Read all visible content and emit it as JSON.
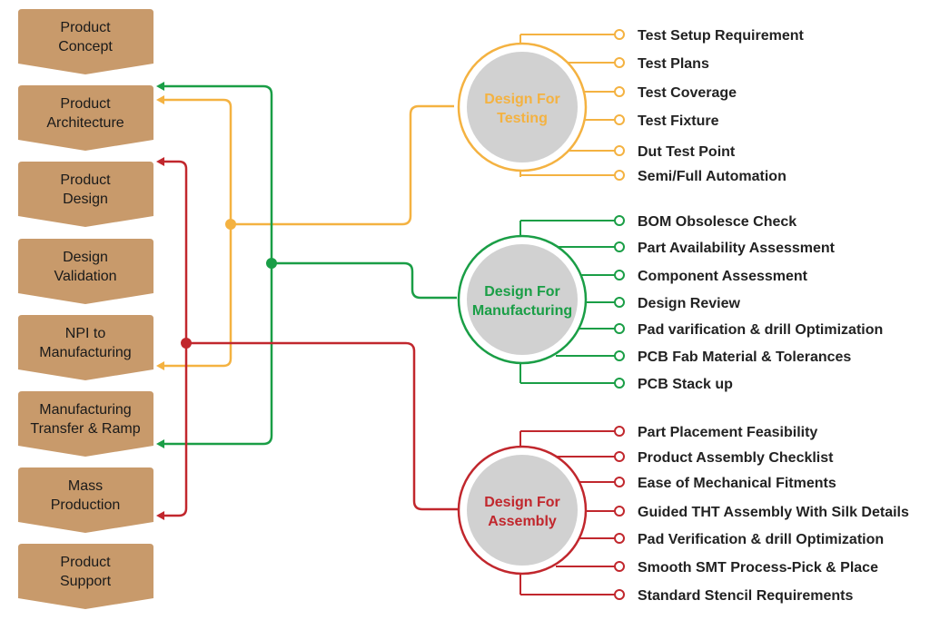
{
  "stages": [
    {
      "id": "product-concept",
      "lines": [
        "Product",
        "Concept"
      ]
    },
    {
      "id": "product-architecture",
      "lines": [
        "Product",
        "Architecture"
      ]
    },
    {
      "id": "product-design",
      "lines": [
        "Product",
        "Design"
      ]
    },
    {
      "id": "design-validation",
      "lines": [
        "Design",
        "Validation"
      ]
    },
    {
      "id": "npi-to-manufacturing",
      "lines": [
        "NPI to",
        "Manufacturing"
      ]
    },
    {
      "id": "manufacturing-transfer-ramp",
      "lines": [
        "Manufacturing",
        "Transfer & Ramp"
      ]
    },
    {
      "id": "mass-production",
      "lines": [
        "Mass",
        "Production"
      ]
    },
    {
      "id": "product-support",
      "lines": [
        "Product",
        "Support"
      ]
    }
  ],
  "hubs": [
    {
      "id": "testing",
      "lines": [
        "Design For",
        "Testing"
      ],
      "color": "#f4b241",
      "items": [
        "Test Setup Requirement",
        "Test Plans",
        "Test Coverage",
        "Test Fixture",
        "Dut Test Point",
        "Semi/Full Automation"
      ]
    },
    {
      "id": "manufacturing",
      "lines": [
        "Design For",
        "Manufacturing"
      ],
      "color": "#1a9e46",
      "items": [
        "BOM Obsolesce Check",
        "Part Availability Assessment",
        "Component Assessment",
        "Design Review",
        "Pad varification & drill Optimization",
        "PCB Fab Material & Tolerances",
        "PCB Stack up"
      ]
    },
    {
      "id": "assembly",
      "lines": [
        "Design For",
        "Assembly"
      ],
      "color": "#c1272d",
      "items": [
        "Part Placement Feasibility",
        "Product Assembly Checklist",
        "Ease of Mechanical Fitments",
        "Guided THT Assembly With Silk Details",
        "Pad Verification & drill Optimization",
        "Smooth SMT Process-Pick & Place",
        "Standard Stencil Requirements"
      ]
    }
  ],
  "colors": {
    "stage_fill": "#c89a6b",
    "stage_text": "#1a1a1a",
    "hub_fill": "#d1d1d1"
  }
}
